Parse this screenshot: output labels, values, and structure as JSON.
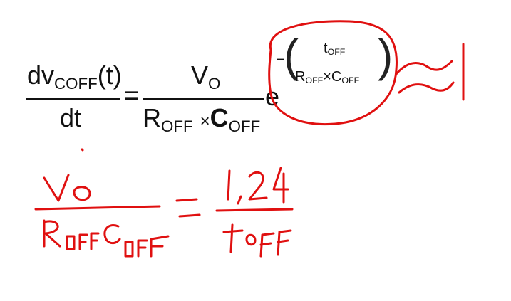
{
  "equation": {
    "lhs_numerator": {
      "main": "dv",
      "sub": "COFF",
      "tail": "(t)"
    },
    "lhs_denominator": "dt",
    "equals": "=",
    "rhs_numerator": {
      "main": "V",
      "sub": "O"
    },
    "rhs_denominator": {
      "r": "R",
      "r_sub": "OFF",
      "times": "×",
      "c": "C",
      "c_sub": "OFF"
    },
    "exp_base": "e",
    "exponent": {
      "minus": "−",
      "numerator": {
        "main": "t",
        "sub": "OFF"
      },
      "denominator": {
        "r": "R",
        "r_sub": "OFF",
        "times": "×",
        "c": "C",
        "c_sub": "OFF"
      }
    }
  },
  "annotation": {
    "ink_color": "#e01010",
    "approx_note": "≃ 1",
    "handwritten_lhs_numerator": "Vo",
    "handwritten_lhs_denominator": "ROFF·COFF",
    "handwritten_equals": "=",
    "handwritten_rhs_numerator": "1.24",
    "handwritten_rhs_denominator": "tOFF"
  }
}
